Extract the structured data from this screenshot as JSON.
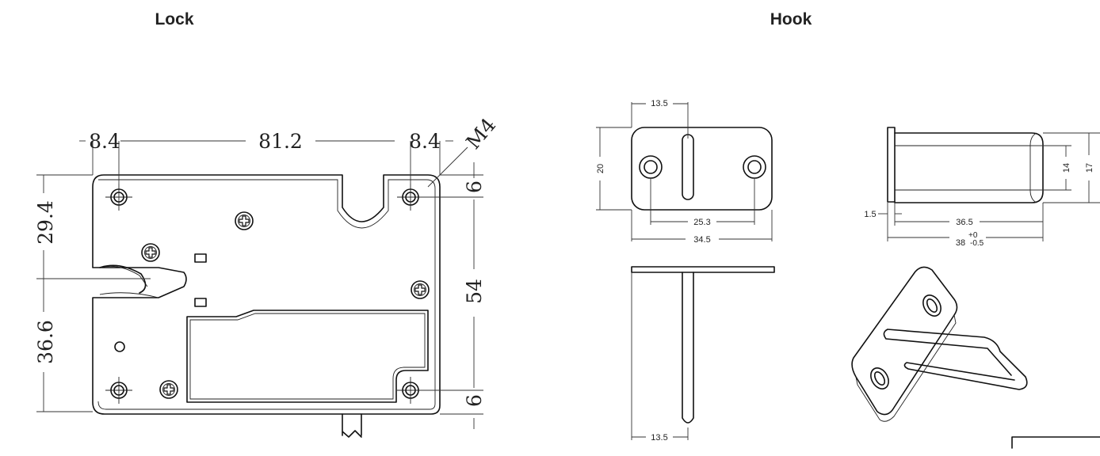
{
  "titles": {
    "lock": "Lock",
    "hook": "Hook"
  },
  "lock_dims": {
    "left_offset": "8.4",
    "hole_span": "81.2",
    "right_offset": "8.4",
    "thread": "M4",
    "top_right_gap": "6",
    "mid_right": "54",
    "bottom_right_gap": "6",
    "upper_left": "29.4",
    "lower_left": "36.6"
  },
  "hook_dims": {
    "plate_hole_offset": "13.5",
    "plate_height": "20",
    "hole_span": "25.3",
    "plate_width": "34.5",
    "plate_thickness": "1.5",
    "rod_length": "36.5",
    "overall_length": "38",
    "tol_upper": "+0",
    "tol_lower": "-0.5",
    "rod_inner": "14",
    "rod_outer": "17",
    "bottom_offset": "13.5"
  }
}
